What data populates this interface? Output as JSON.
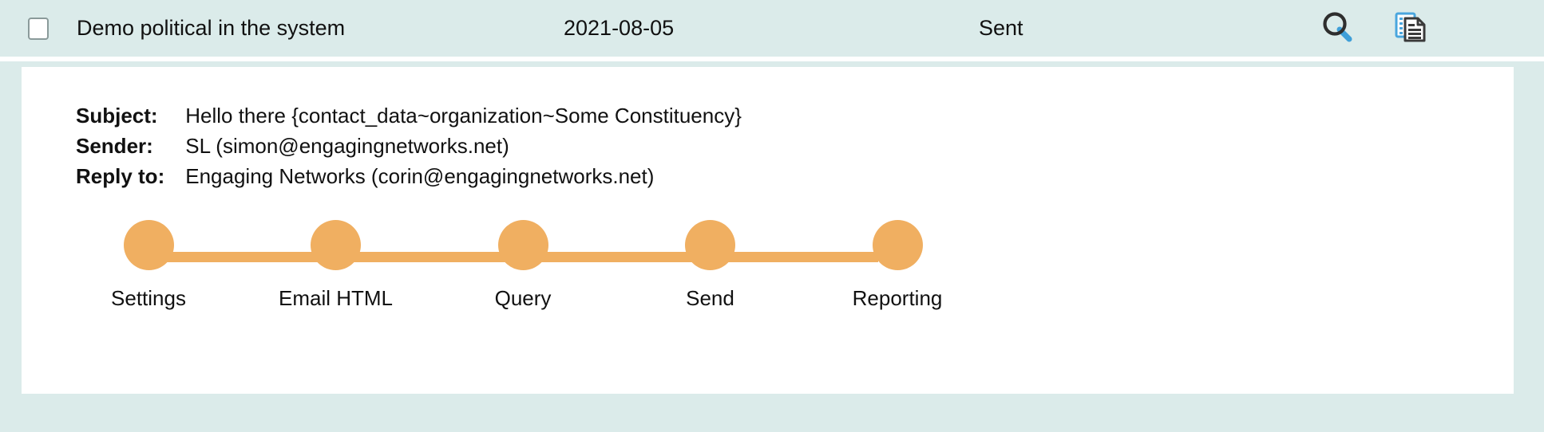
{
  "row": {
    "checkbox_checked": false,
    "name": "Demo political in the system",
    "date": "2021-08-05",
    "status": "Sent",
    "actions": [
      {
        "id": "preview",
        "icon": "search-icon"
      },
      {
        "id": "duplicate",
        "icon": "duplicate-document-icon"
      }
    ]
  },
  "detail": {
    "fields": [
      {
        "label": "Subject:",
        "value": "Hello there {contact_data~organization~Some Constituency}"
      },
      {
        "label": "Sender:",
        "value": "SL (simon@engagingnetworks.net)"
      },
      {
        "label": "Reply to:",
        "value": "Engaging Networks (corin@engagingnetworks.net)"
      }
    ],
    "stepper": {
      "steps": [
        {
          "label": "Settings"
        },
        {
          "label": "Email HTML"
        },
        {
          "label": "Query"
        },
        {
          "label": "Send"
        },
        {
          "label": "Reporting"
        }
      ]
    }
  },
  "colors": {
    "page_background": "#dbebea",
    "card_background": "#ffffff",
    "stepper_accent": "#f0af61",
    "icon_blue": "#3f9fd8",
    "icon_dark": "#3a3a3a",
    "text": "#111111"
  }
}
